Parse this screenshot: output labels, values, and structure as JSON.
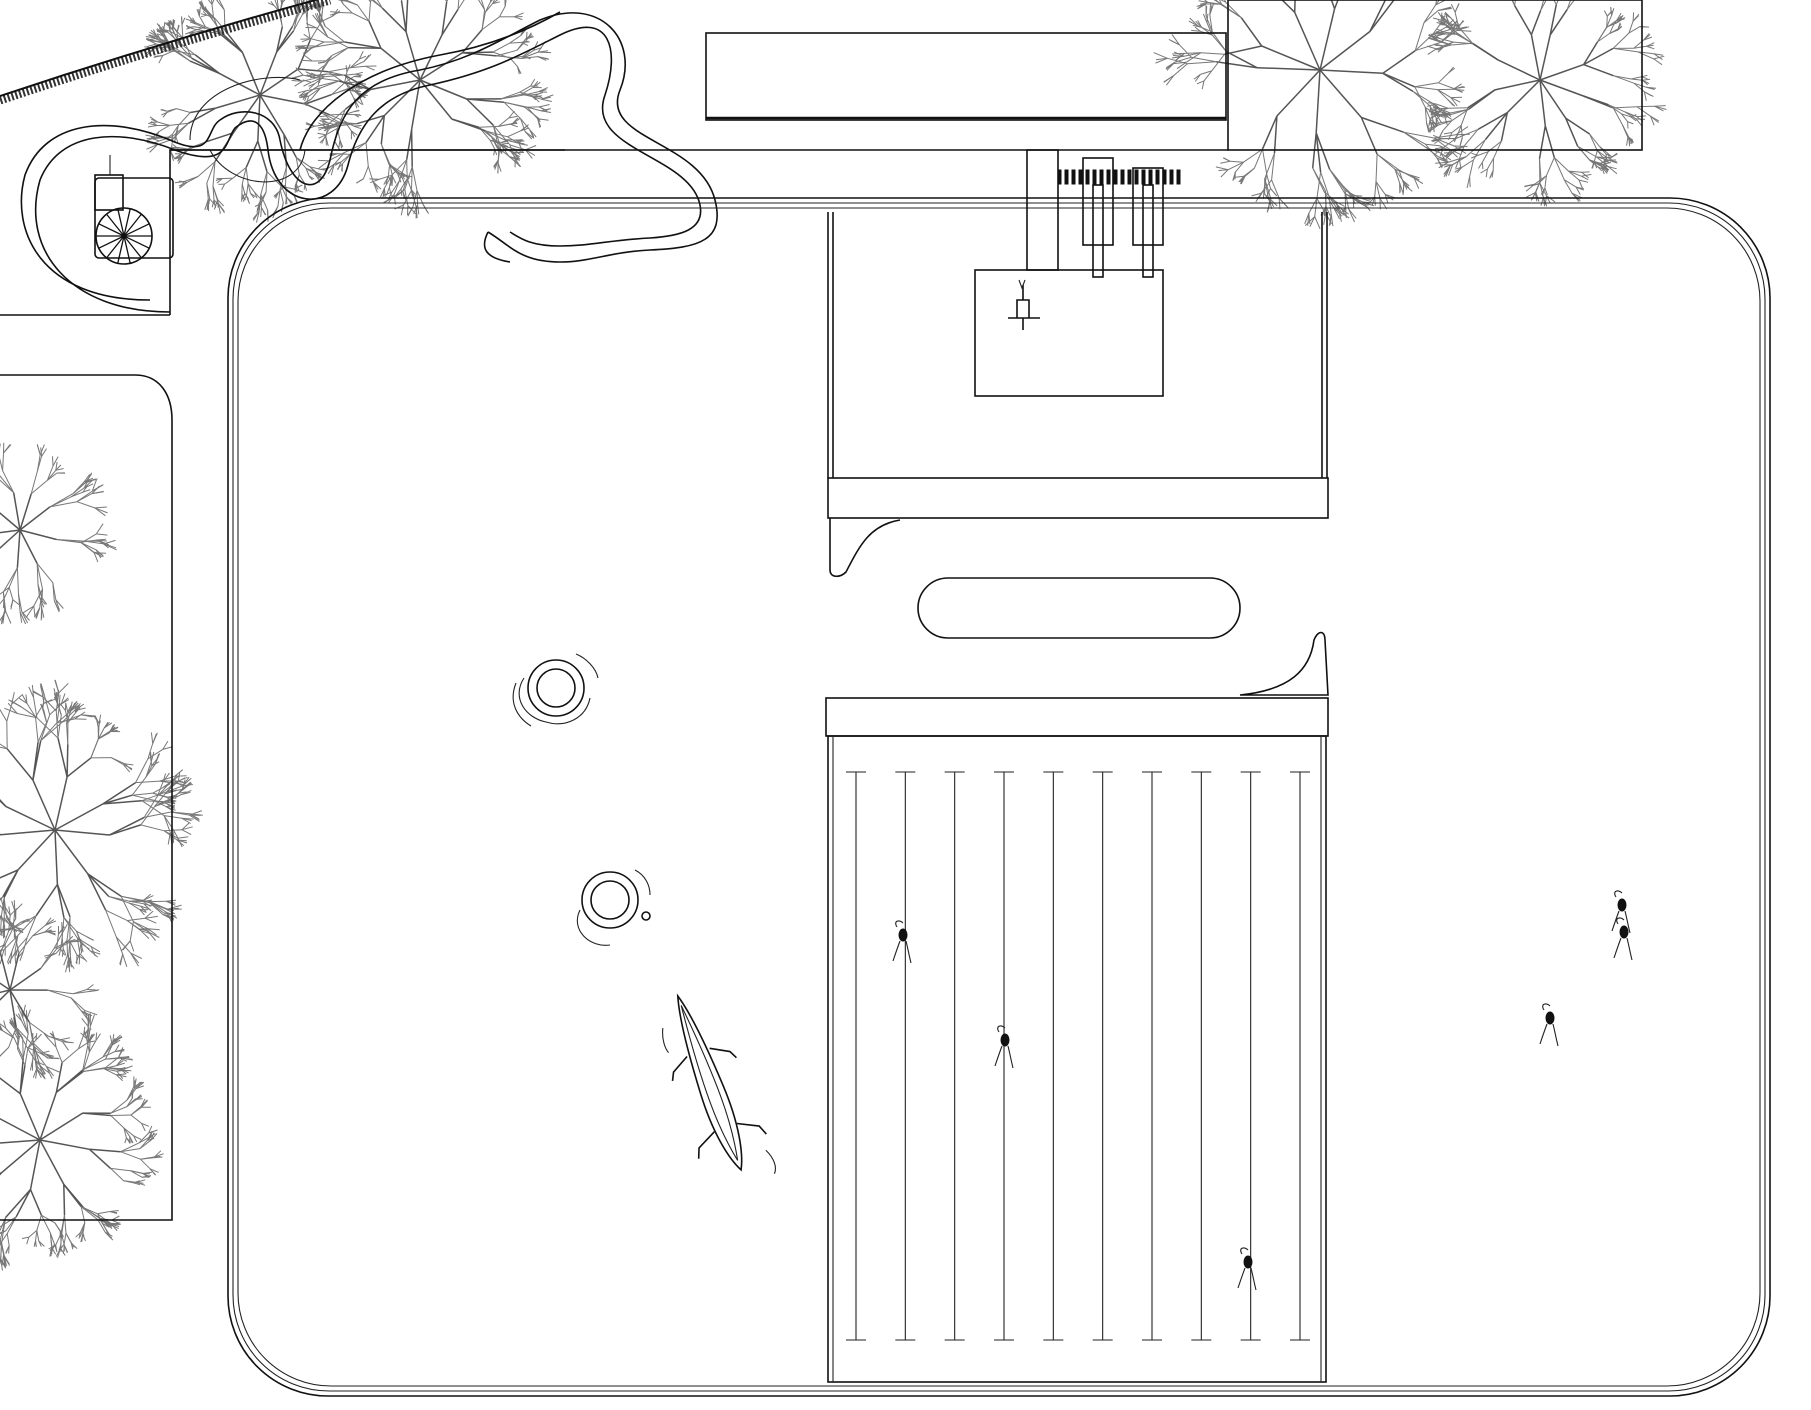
{
  "drawing": {
    "type": "site-plan",
    "background_color": "#ffffff",
    "line_color": "#111111",
    "tree_color": "#777777",
    "lap_lane_count": 10,
    "tree_groups": 6,
    "swimmer_count": 6,
    "pool_float_count": 3
  }
}
